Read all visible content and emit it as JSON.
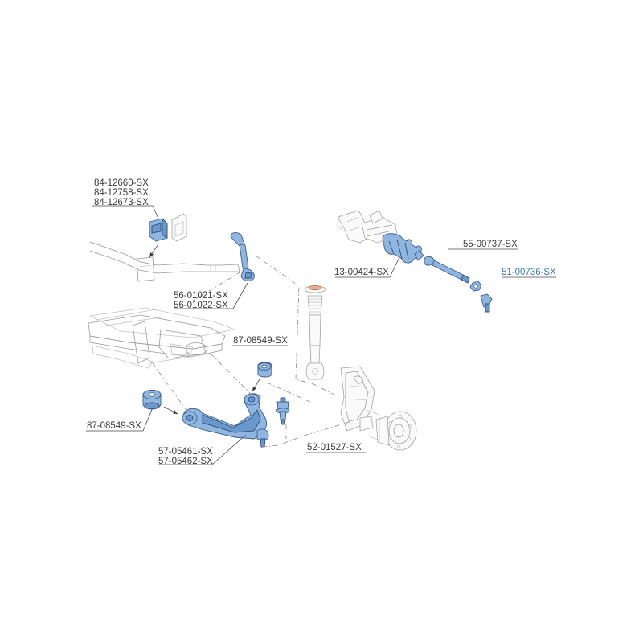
{
  "callouts": {
    "stabilizer_bushing": [
      "84-12660-SX",
      "84-12758-SX",
      "84-12673-SX"
    ],
    "stabilizer_link": [
      "56-01021-SX",
      "56-01022-SX"
    ],
    "rack_boot": "13-00424-SX",
    "inner_tie_rod": "55-00737-SX",
    "outer_tie_rod_end": "51-00736-SX",
    "upper_arm_bushing_right": "87-08549-SX",
    "upper_arm_bushing_left": "87-08549-SX",
    "control_arm": [
      "57-05461-SX",
      "57-05462-SX"
    ],
    "ball_joint": "52-01527-SX"
  },
  "colors": {
    "part_fill": "#8fb6e0",
    "part_outline": "#3b5f8c",
    "link_label": "#3f78b0",
    "label_text": "#3a3a3a"
  }
}
